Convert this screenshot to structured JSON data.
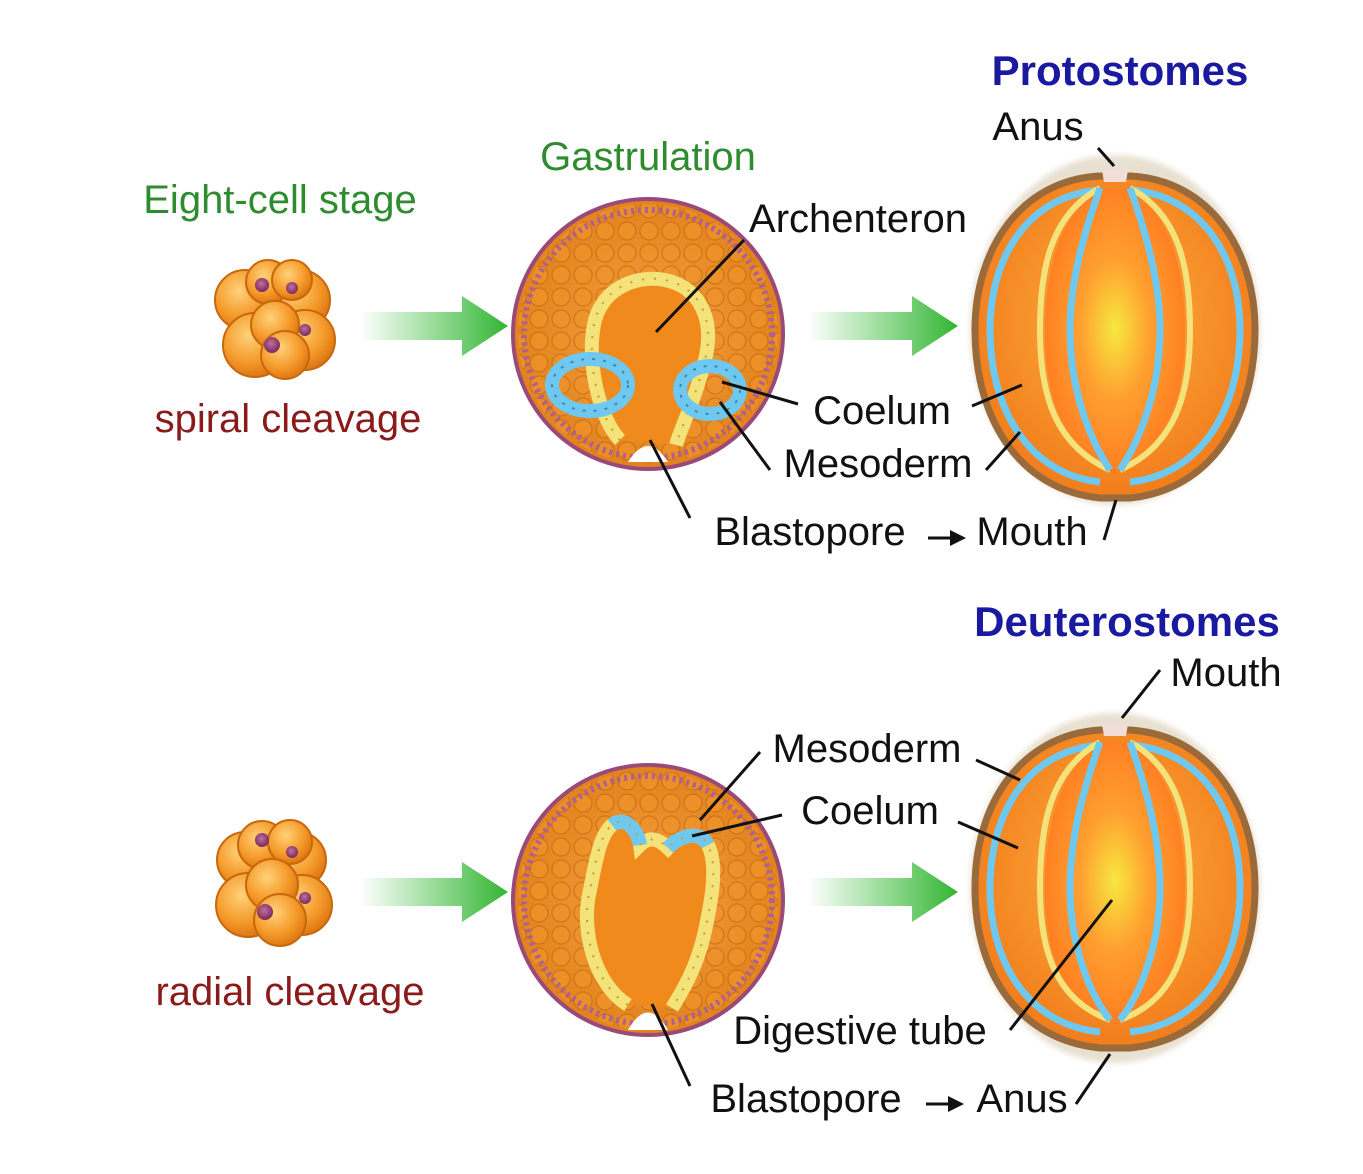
{
  "colors": {
    "stage_label": "#2e8b2e",
    "cleavage_label": "#8b1a1a",
    "group_title": "#1a1aa0",
    "arrow": "#33b533",
    "embryo_orange": "#f08a1c",
    "mesoderm_blue": "#6ec8f0",
    "endoderm_yellow": "#f4e27a",
    "ectoderm_brown": "#9a6a3a"
  },
  "headers": {
    "eight_cell_stage": "Eight-cell stage",
    "gastrulation": "Gastrulation"
  },
  "protostomes": {
    "title": "Protostomes",
    "cleavage": "spiral cleavage",
    "labels": {
      "anus": "Anus",
      "archenteron": "Archenteron",
      "coelum": "Coelum",
      "mesoderm": "Mesoderm",
      "blastopore": "Blastopore",
      "mouth": "Mouth"
    }
  },
  "deuterostomes": {
    "title": "Deuterostomes",
    "cleavage": "radial cleavage",
    "labels": {
      "mouth": "Mouth",
      "mesoderm": "Mesoderm",
      "coelum": "Coelum",
      "digestive_tube": "Digestive tube",
      "blastopore": "Blastopore",
      "anus": "Anus"
    }
  }
}
